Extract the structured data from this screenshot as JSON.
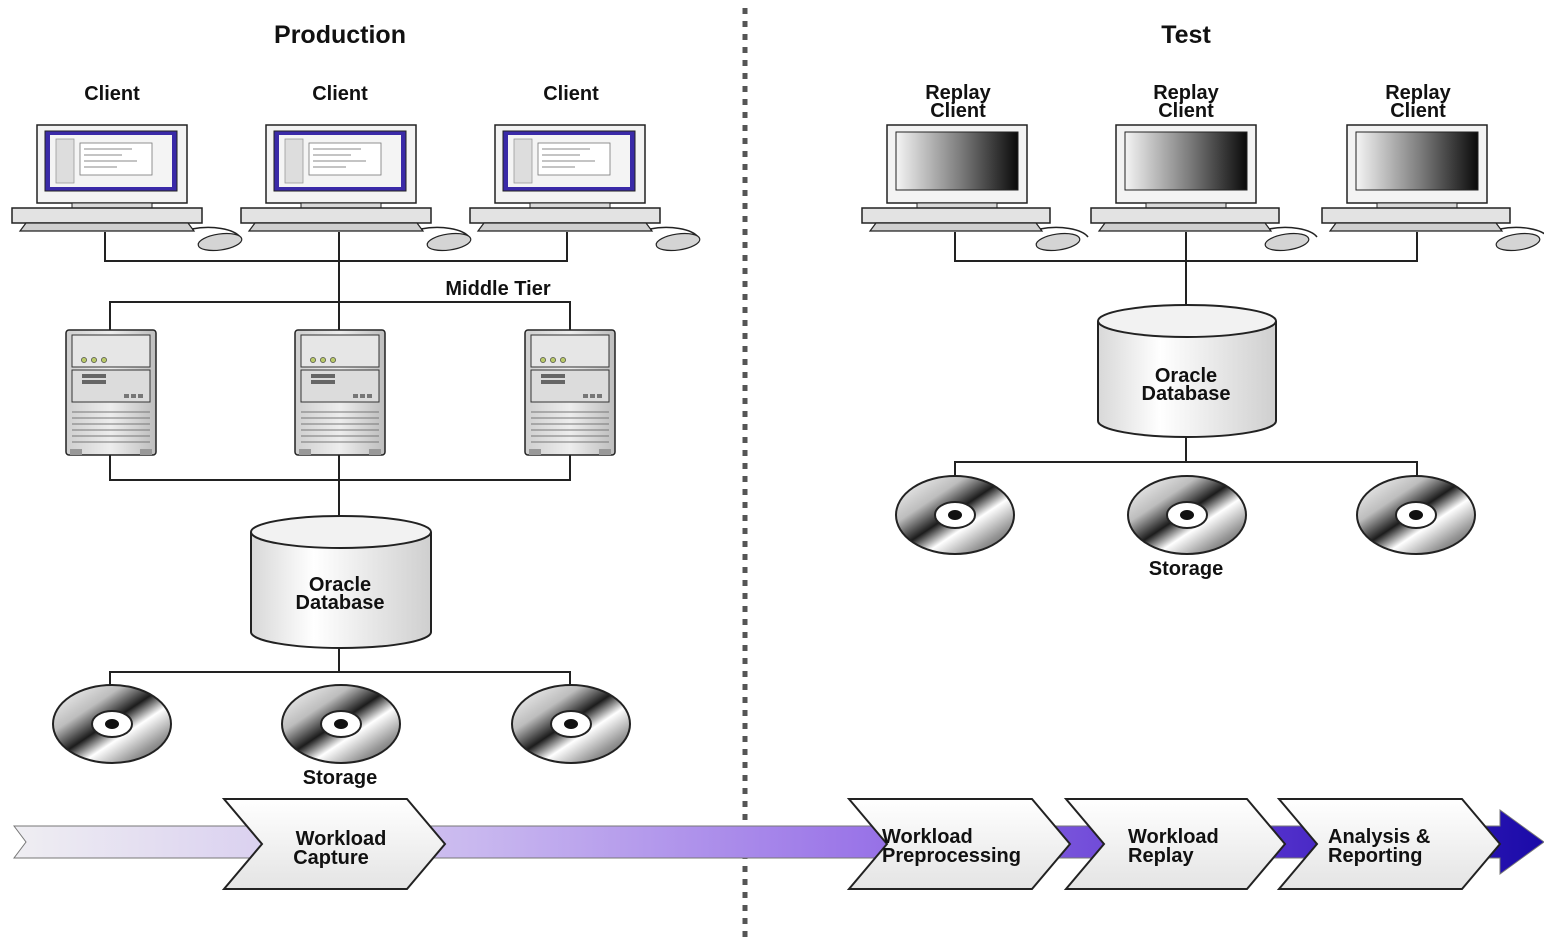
{
  "production": {
    "title": "Production",
    "clients": [
      "Client",
      "Client",
      "Client"
    ],
    "middle_tier_label": "Middle Tier",
    "database": {
      "line1": "Oracle",
      "line2": "Database"
    },
    "storage_label": "Storage"
  },
  "test": {
    "title": "Test",
    "clients": [
      {
        "line1": "Replay",
        "line2": "Client"
      },
      {
        "line1": "Replay",
        "line2": "Client"
      },
      {
        "line1": "Replay",
        "line2": "Client"
      }
    ],
    "database": {
      "line1": "Oracle",
      "line2": "Database"
    },
    "storage_label": "Storage"
  },
  "workflow": {
    "steps": [
      {
        "line1": "Workload",
        "line2": "Capture"
      },
      {
        "line1": "Workload",
        "line2": "Preprocessing"
      },
      {
        "line1": "Workload",
        "line2": "Replay"
      },
      {
        "line1": "Analysis &",
        "line2": "Reporting"
      }
    ]
  },
  "colors": {
    "flow_start": "#e8e6ee",
    "flow_mid": "#9b76e8",
    "flow_end": "#2a10b8",
    "screen_border": "#2d1f9a",
    "divider": "#555555"
  }
}
